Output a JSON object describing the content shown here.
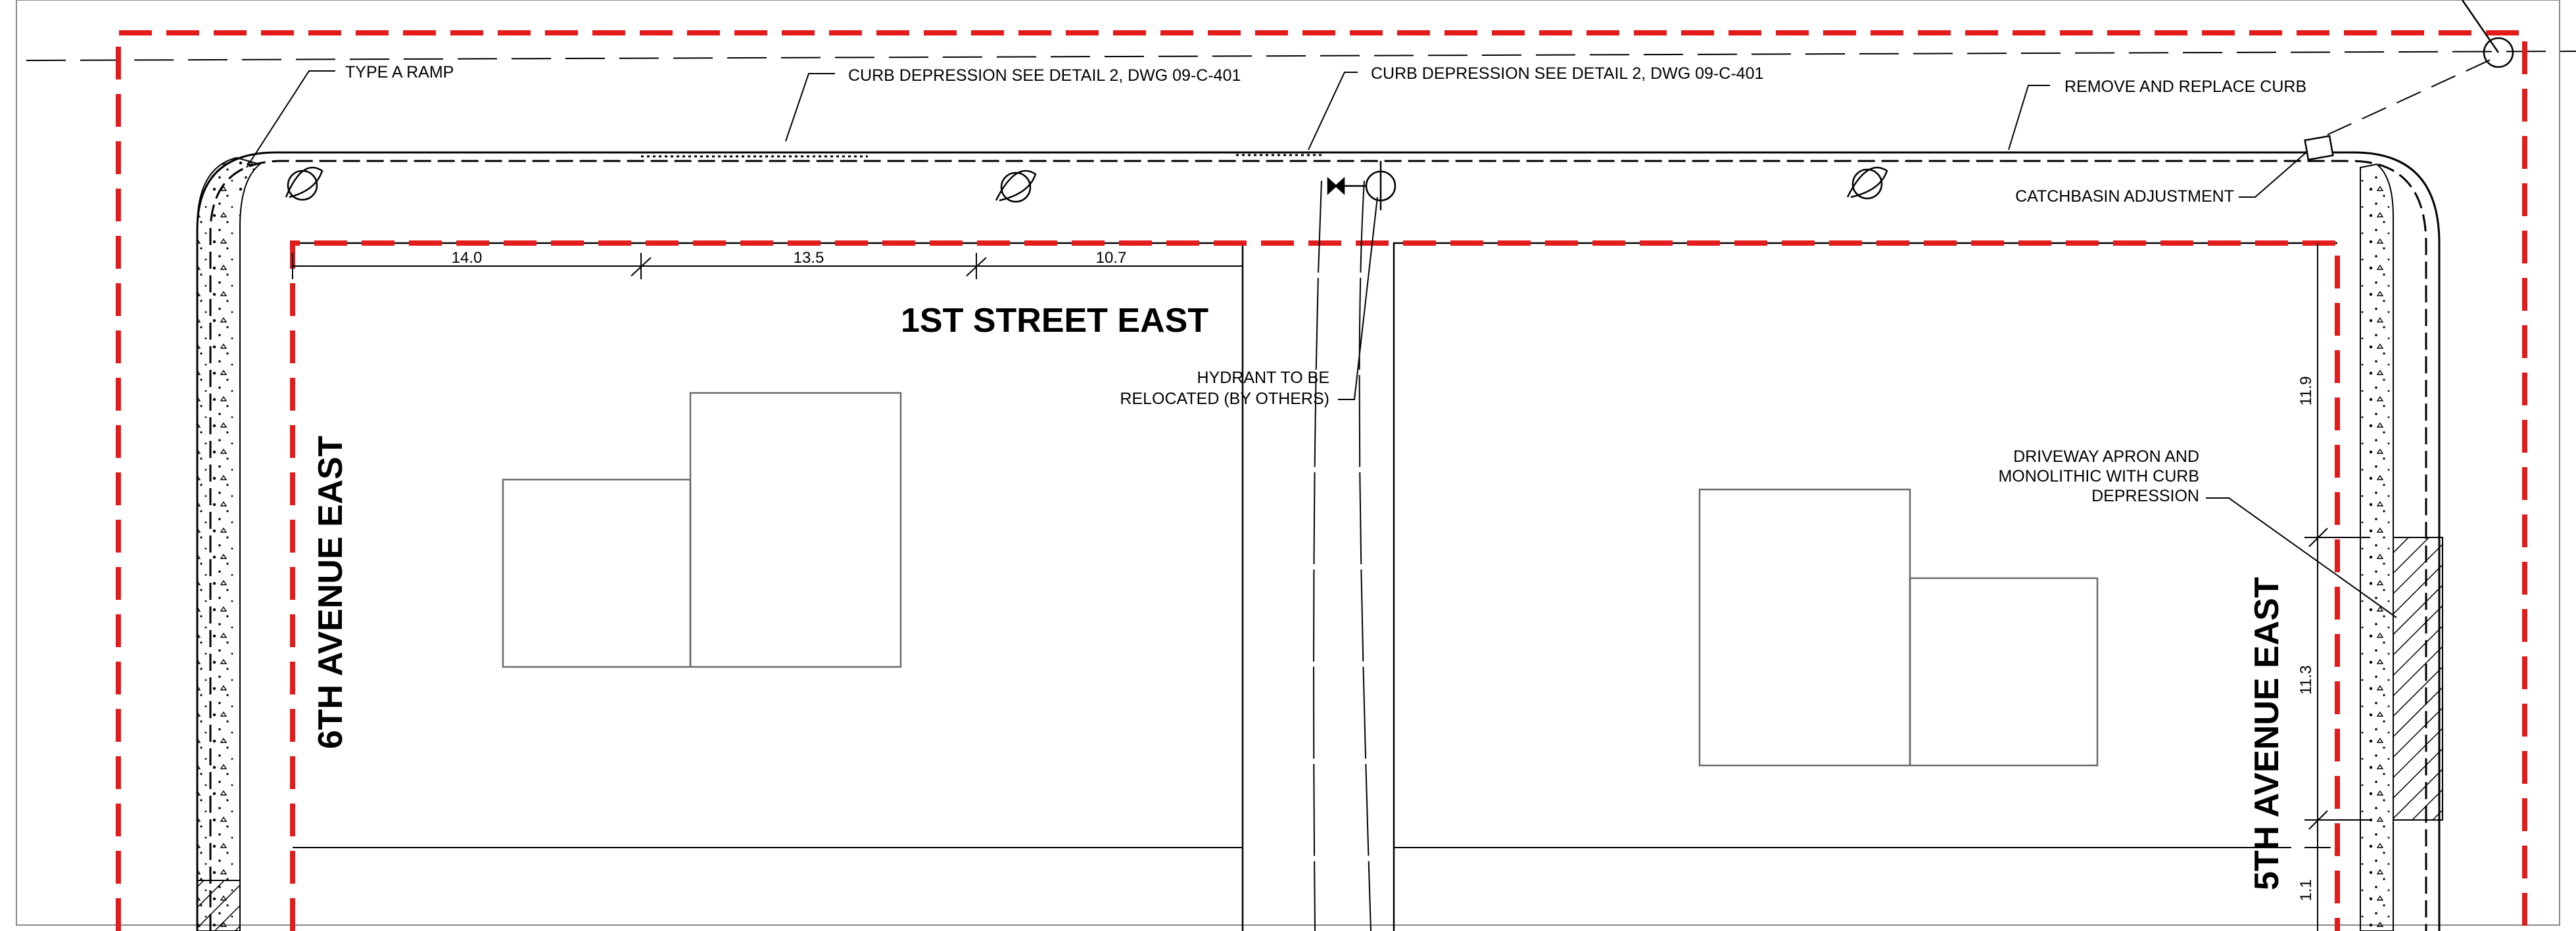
{
  "streets": {
    "top": "1ST STREET EAST",
    "left": "6TH AVENUE EAST",
    "right": "5TH AVENUE EAST"
  },
  "callouts": {
    "type_a_ramp": "TYPE A RAMP",
    "curb_depression_1": "CURB DEPRESSION SEE DETAIL 2, DWG 09-C-401",
    "curb_depression_2": "CURB DEPRESSION SEE DETAIL 2, DWG 09-C-401",
    "remove_replace_curb": "REMOVE AND REPLACE CURB",
    "catchbasin_adjustment": "CATCHBASIN ADJUSTMENT",
    "hydrant_line1": "HYDRANT TO BE",
    "hydrant_line2": "RELOCATED (BY OTHERS)",
    "driveway_line1": "DRIVEWAY  APRON AND",
    "driveway_line2": "MONOLITHIC WITH CURB",
    "driveway_line3": "DEPRESSION"
  },
  "dimensions": {
    "top_1": "14.0",
    "top_2": "13.5",
    "top_3": "10.7",
    "right_1": "11.9",
    "right_2": "11.3",
    "right_3": "1.1"
  },
  "colors": {
    "linework": "#000000",
    "boundary": "#e31b1b",
    "frame": "#8a8a8a"
  }
}
